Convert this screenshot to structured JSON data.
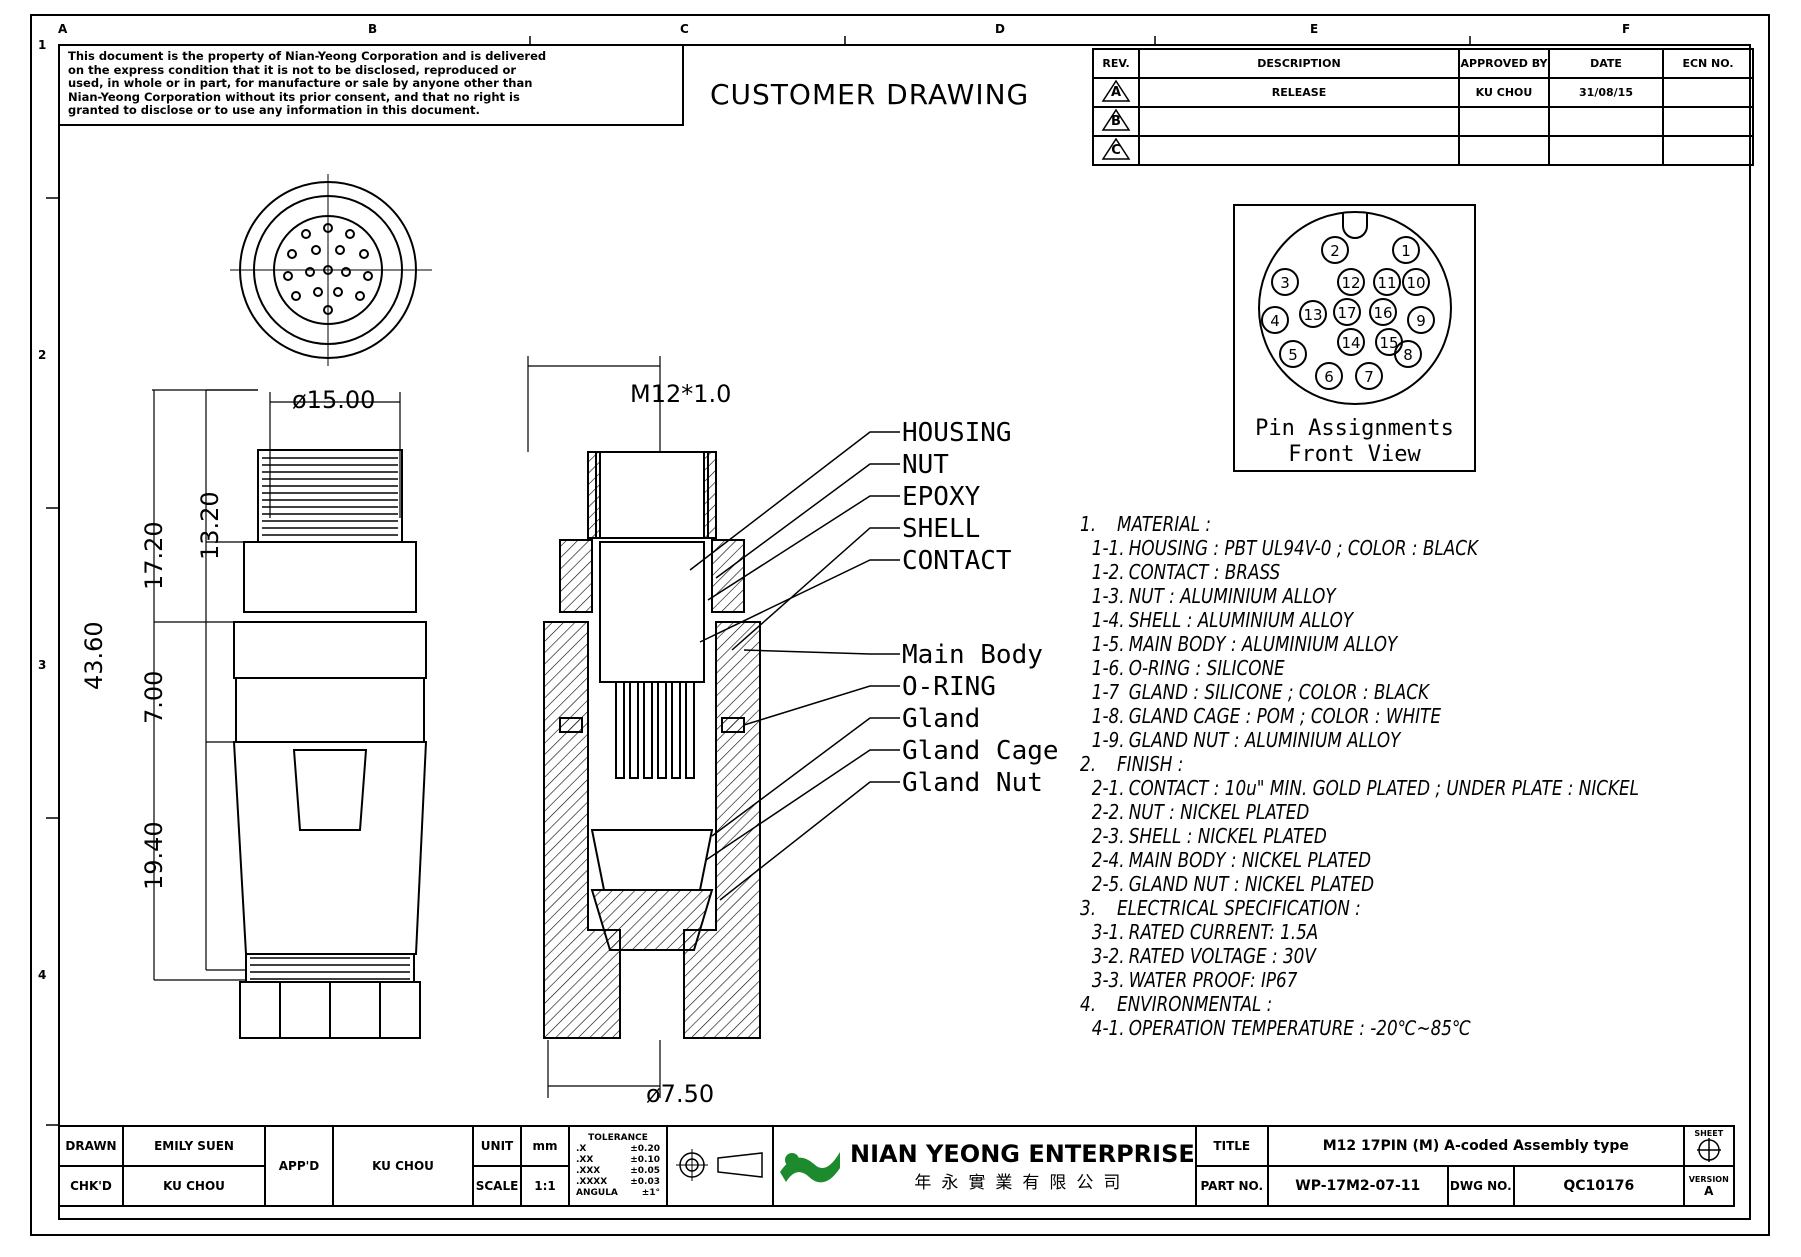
{
  "notice": [
    "This document is the property of Nian-Yeong Corporation and is delivered",
    "on the express condition that it is not to be disclosed, reproduced or",
    "used, in whole or in part, for manufacture or sale by anyone other than",
    "Nian-Yeong Corporation without its prior consent, and that no right is",
    "granted to disclose or to use any information in this document."
  ],
  "heading": "CUSTOMER DRAWING",
  "zones": {
    "columns": [
      "A",
      "B",
      "C",
      "D",
      "E",
      "F"
    ],
    "rows": [
      "1",
      "2",
      "3",
      "4"
    ]
  },
  "revision": {
    "headers": [
      "REV.",
      "DESCRIPTION",
      "APPROVED BY",
      "DATE",
      "ECN NO."
    ],
    "rows": [
      {
        "rev": "A",
        "description": "RELEASE",
        "approved_by": "KU CHOU",
        "date": "31/08/15",
        "ecn": ""
      },
      {
        "rev": "B",
        "description": "",
        "approved_by": "",
        "date": "",
        "ecn": ""
      },
      {
        "rev": "C",
        "description": "",
        "approved_by": "",
        "date": "",
        "ecn": ""
      }
    ]
  },
  "pin_assignment": {
    "caption_line1": "Pin Assignments",
    "caption_line2": "Front View",
    "pins": [
      "1",
      "2",
      "3",
      "4",
      "5",
      "6",
      "7",
      "8",
      "9",
      "10",
      "11",
      "12",
      "13",
      "14",
      "15",
      "16",
      "17"
    ]
  },
  "dimensions": {
    "diameter_top": "ø15.00",
    "thread": "M12*1.0",
    "length_total": "43.60",
    "length_upper": "17.20",
    "length_thread": "13.20",
    "length_mid": "7.00",
    "length_lower": "19.40",
    "diameter_cable": "ø7.50"
  },
  "callouts": [
    "HOUSING",
    "NUT",
    "EPOXY",
    "SHELL",
    "CONTACT",
    "Main Body",
    "O-RING",
    "Gland",
    "Gland Cage",
    "Gland Nut"
  ],
  "spec": [
    {
      "num": "1.",
      "text": "MATERIAL :",
      "indent": false
    },
    {
      "num": "1-1.",
      "text": "HOUSING : PBT UL94V-0 ; COLOR : BLACK",
      "indent": true
    },
    {
      "num": "1-2.",
      "text": "CONTACT : BRASS",
      "indent": true
    },
    {
      "num": "1-3.",
      "text": "NUT : ALUMINIUM ALLOY",
      "indent": true
    },
    {
      "num": "1-4.",
      "text": "SHELL : ALUMINIUM ALLOY",
      "indent": true
    },
    {
      "num": "1-5.",
      "text": "MAIN BODY : ALUMINIUM ALLOY",
      "indent": true
    },
    {
      "num": "1-6.",
      "text": "O-RING : SILICONE",
      "indent": true
    },
    {
      "num": "1-7",
      "text": "GLAND : SILICONE ; COLOR : BLACK",
      "indent": true
    },
    {
      "num": "1-8.",
      "text": "GLAND CAGE : POM ; COLOR : WHITE",
      "indent": true
    },
    {
      "num": "1-9.",
      "text": "GLAND NUT : ALUMINIUM ALLOY",
      "indent": true
    },
    {
      "num": "2.",
      "text": "FINISH :",
      "indent": false
    },
    {
      "num": "2-1.",
      "text": "CONTACT : 10u\" MIN. GOLD PLATED ; UNDER PLATE : NICKEL",
      "indent": true
    },
    {
      "num": "2-2.",
      "text": "NUT : NICKEL PLATED",
      "indent": true
    },
    {
      "num": "2-3.",
      "text": "SHELL : NICKEL PLATED",
      "indent": true
    },
    {
      "num": "2-4.",
      "text": "MAIN BODY : NICKEL PLATED",
      "indent": true
    },
    {
      "num": "2-5.",
      "text": "GLAND NUT : NICKEL PLATED",
      "indent": true
    },
    {
      "num": "3.",
      "text": "ELECTRICAL SPECIFICATION :",
      "indent": false
    },
    {
      "num": "3-1.",
      "text": "RATED CURRENT: 1.5A",
      "indent": true
    },
    {
      "num": "3-2.",
      "text": "RATED VOLTAGE : 30V",
      "indent": true
    },
    {
      "num": "3-3.",
      "text": "WATER PROOF: IP67",
      "indent": true
    },
    {
      "num": "4.",
      "text": "ENVIRONMENTAL :",
      "indent": false
    },
    {
      "num": "4-1.",
      "text": "OPERATION TEMPERATURE : -20℃~85℃",
      "indent": true
    }
  ],
  "title_block": {
    "drawn_label": "DRAWN",
    "drawn_value": "EMILY SUEN",
    "checked_label": "CHK'D",
    "checked_value": "KU CHOU",
    "approved_label": "APP'D",
    "approved_value": "KU CHOU",
    "unit_label": "UNIT",
    "unit_value": "mm",
    "scale_label": "SCALE",
    "scale_value": "1:1",
    "tolerance_label": "TOLERANCE",
    "tolerances": [
      {
        "k": ".X",
        "v": "±0.20"
      },
      {
        "k": ".XX",
        "v": "±0.10"
      },
      {
        "k": ".XXX",
        "v": "±0.05"
      },
      {
        "k": ".XXXX",
        "v": "±0.03"
      },
      {
        "k": "ANGULA",
        "v": "±1°"
      }
    ],
    "company_en": "NIAN YEONG ENTERPRISE",
    "company_cn": "年永實業有限公司",
    "title_label": "TITLE",
    "title_value": "M12 17PIN (M) A-coded Assembly type",
    "part_label": "PART NO.",
    "part_value": "WP-17M2-07-11",
    "dwg_label": "DWG NO.",
    "dwg_value": "QC10176",
    "sheet_label": "SHEET",
    "version_label": "VERSION",
    "version_value": "A"
  }
}
